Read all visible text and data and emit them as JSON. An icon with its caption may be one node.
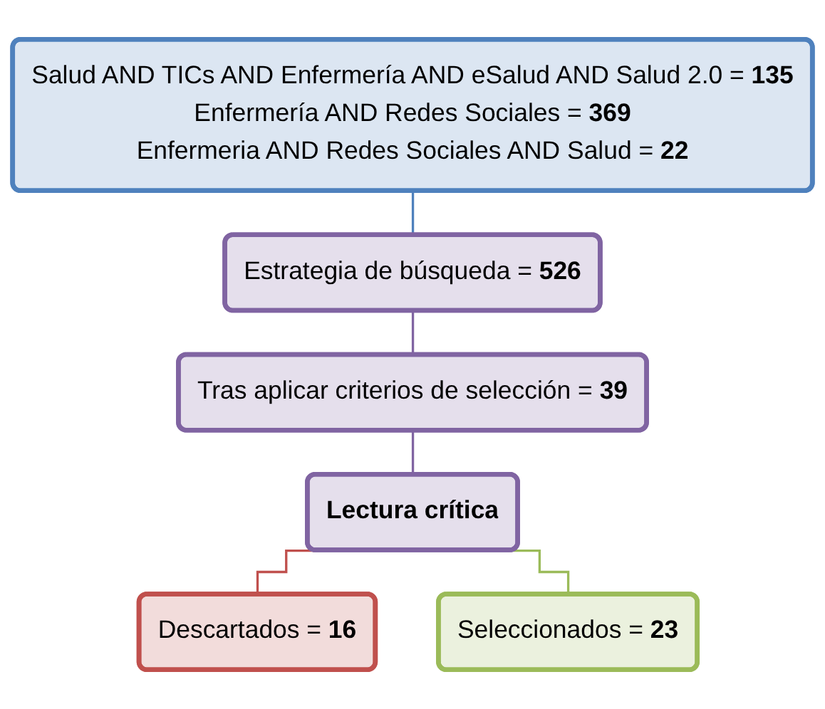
{
  "diagram": {
    "nodes": [
      {
        "text": [
          "Salud AND TICs AND Enfermería AND eSalud AND Salud 2.0 = **135**",
          "Enfermería AND Redes Sociales = **369**",
          "Enfermeria AND Redes Sociales AND Salud = **22**"
        ]
      },
      {
        "text": [
          "Estrategia de búsqueda = **526**"
        ]
      },
      {
        "text": [
          "Tras aplicar criterios de selección = **39**"
        ]
      },
      {
        "text": [
          "Lectura crítica"
        ]
      },
      {
        "text": [
          "Descartados = **16**"
        ]
      },
      {
        "text": [
          "Seleccionados = **23**"
        ]
      }
    ],
    "edges": [
      {
        "from": 0,
        "to": 1,
        "arrow": "none",
        "color": "#4f81bd"
      },
      {
        "from": 1,
        "to": 2,
        "arrow": "none"
      },
      {
        "from": 2,
        "to": 3,
        "arrow": "none"
      },
      {
        "from": 3,
        "to": 4,
        "arrow": "none",
        "color": "#c0504d"
      },
      {
        "from": 3,
        "to": 5,
        "arrow": "none",
        "color": "#9bbb59"
      }
    ]
  }
}
